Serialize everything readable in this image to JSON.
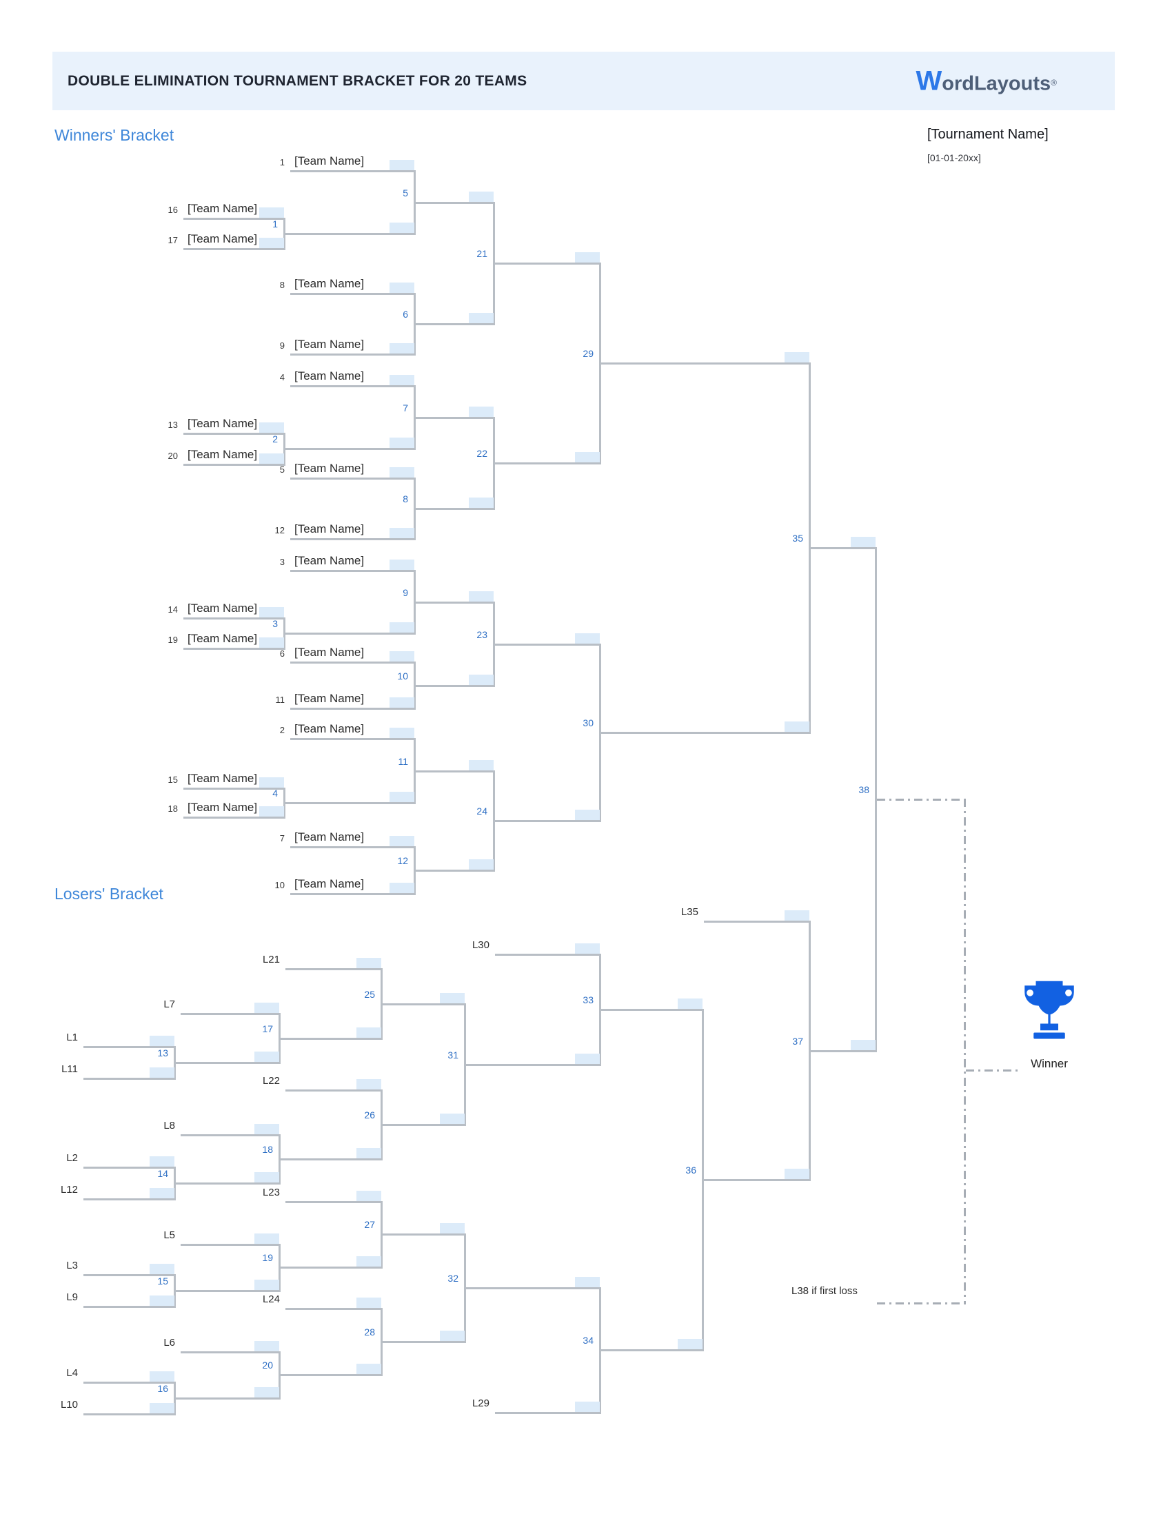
{
  "header": {
    "title": "DOUBLE ELIMINATION TOURNAMENT BRACKET FOR 20 TEAMS",
    "logo_w": "W",
    "logo_rest": "ordLayouts",
    "logo_reg": "®"
  },
  "meta": {
    "tournament_name": "[Tournament Name]",
    "date": "[01-01-20xx]"
  },
  "sections": {
    "winners": "Winners' Bracket",
    "losers": "Losers' Bracket"
  },
  "team_placeholder": "[Team Name]",
  "winners_seeds": [
    "1",
    "8",
    "9",
    "4",
    "5",
    "12",
    "3",
    "6",
    "11",
    "2",
    "7",
    "10",
    "16",
    "17",
    "13",
    "20",
    "14",
    "19",
    "15",
    "18"
  ],
  "match_numbers": {
    "m1": "1",
    "m2": "2",
    "m3": "3",
    "m4": "4",
    "m5": "5",
    "m6": "6",
    "m7": "7",
    "m8": "8",
    "m9": "9",
    "m10": "10",
    "m11": "11",
    "m12": "12",
    "m13": "13",
    "m14": "14",
    "m15": "15",
    "m16": "16",
    "m17": "17",
    "m18": "18",
    "m19": "19",
    "m20": "20",
    "m21": "21",
    "m22": "22",
    "m23": "23",
    "m24": "24",
    "m25": "25",
    "m26": "26",
    "m27": "27",
    "m28": "28",
    "m29": "29",
    "m30": "30",
    "m31": "31",
    "m32": "32",
    "m33": "33",
    "m34": "34",
    "m35": "35",
    "m36": "36",
    "m37": "37",
    "m38": "38"
  },
  "loser_labels": {
    "L1": "L1",
    "L2": "L2",
    "L3": "L3",
    "L4": "L4",
    "L5": "L5",
    "L6": "L6",
    "L7": "L7",
    "L8": "L8",
    "L9": "L9",
    "L10": "L10",
    "L11": "L11",
    "L12": "L12",
    "L21": "L21",
    "L22": "L22",
    "L23": "L23",
    "L24": "L24",
    "L29": "L29",
    "L30": "L30",
    "L35": "L35"
  },
  "labels": {
    "winner": "Winner",
    "l38_note": "L38 if first loss"
  },
  "colors": {
    "accent_blue": "#2e6fc4",
    "heading_blue": "#3f87d9",
    "line_gray": "#b8bec5",
    "score_box_blue": "#dcebf9",
    "banner_bg": "#e9f2fc",
    "trophy_blue": "#1261e2",
    "title_text": "#1e2430"
  }
}
